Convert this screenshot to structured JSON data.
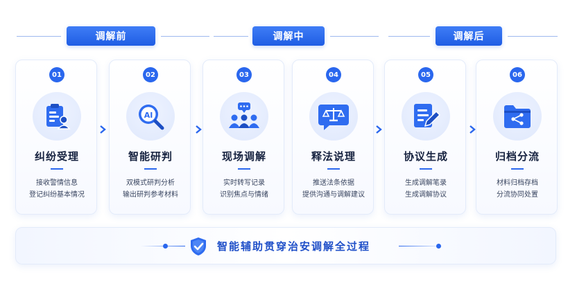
{
  "phases": [
    {
      "label": "调解前"
    },
    {
      "label": "调解中"
    },
    {
      "label": "调解后"
    }
  ],
  "steps": [
    {
      "num": "01",
      "title": "纠纷受理",
      "line1": "接收警情信息",
      "line2": "登记纠纷基本情况",
      "icon": "clipboard-user-icon"
    },
    {
      "num": "02",
      "title": "智能研判",
      "line1": "双模式研判分析",
      "line2": "输出研判参考材料",
      "icon": "ai-search-icon"
    },
    {
      "num": "03",
      "title": "现场调解",
      "line1": "实时转写记录",
      "line2": "识别焦点与情绪",
      "icon": "group-chat-icon"
    },
    {
      "num": "04",
      "title": "释法说理",
      "line1": "推送法条依据",
      "line2": "提供沟通与调解建议",
      "icon": "law-scale-icon"
    },
    {
      "num": "05",
      "title": "协议生成",
      "line1": "生成调解笔录",
      "line2": "生成调解协议",
      "icon": "document-edit-icon"
    },
    {
      "num": "06",
      "title": "归档分流",
      "line1": "材料归档存档",
      "line2": "分流协同处置",
      "icon": "folder-share-icon"
    }
  ],
  "banner": {
    "text": "智能辅助贯穿治安调解全过程",
    "icon": "shield-check-icon"
  },
  "colors": {
    "accent": "#2a67ee",
    "icon_fill": "#2f6cf0",
    "title": "#16223f"
  }
}
